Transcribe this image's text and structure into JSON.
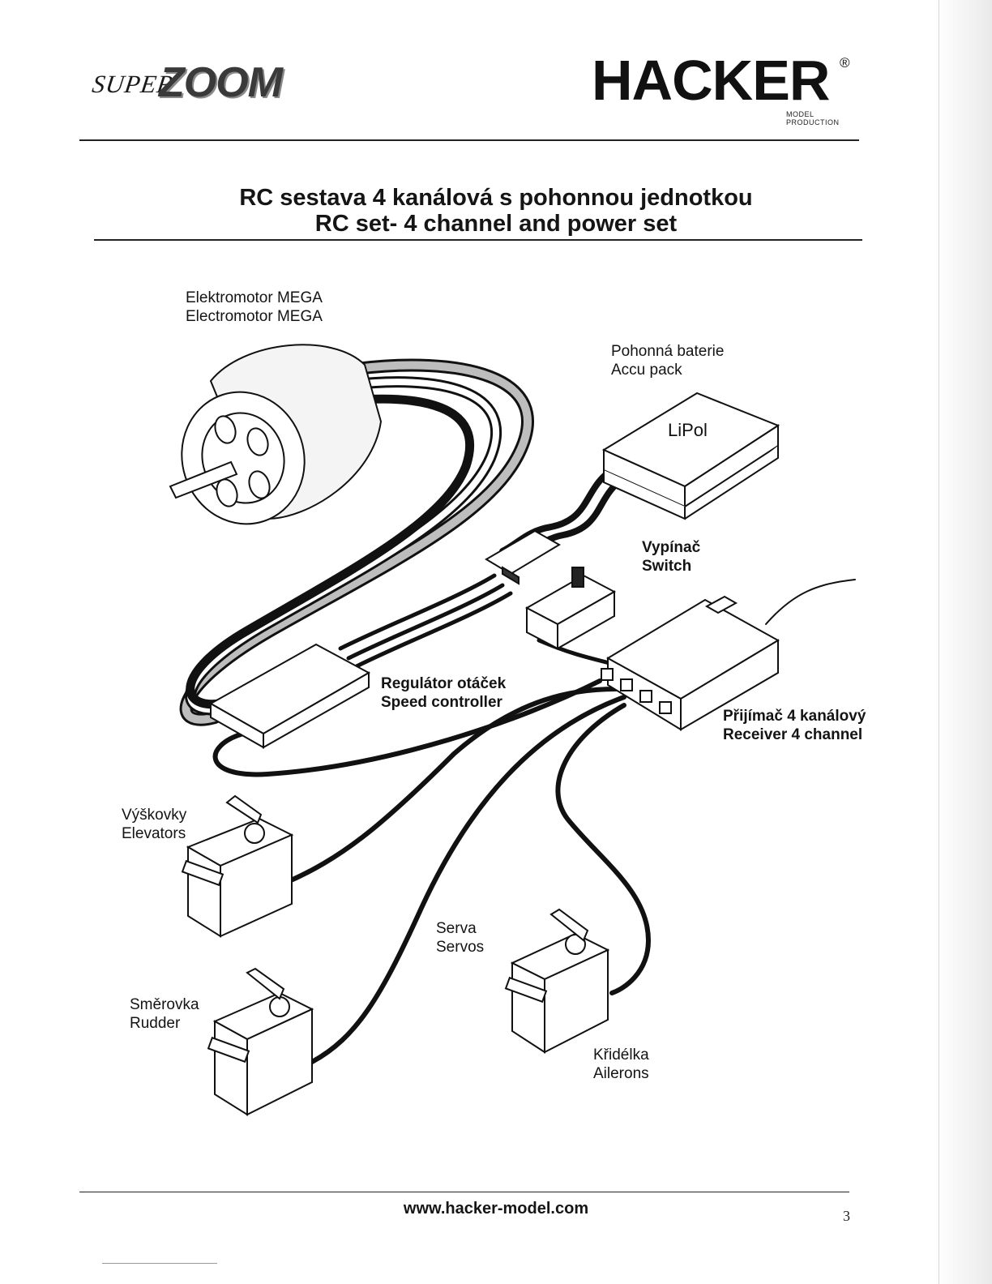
{
  "header": {
    "logo_left_super": "SUPER",
    "logo_left_zoom": "ZOOM",
    "logo_right": "HACKER",
    "logo_right_reg": "®",
    "logo_right_sub_line1": "MODEL",
    "logo_right_sub_line2": "PRODUCTION"
  },
  "title": {
    "line1": "RC sestava 4 kanálová  s pohonnou jednotkou",
    "line2": "RC set- 4 channel  and power set"
  },
  "labels": {
    "motor_cz": "Elektromotor MEGA",
    "motor_en": "Electromotor MEGA",
    "battery_cz": "Pohonná baterie",
    "battery_en": "Accu pack",
    "battery_type": "LiPol",
    "switch_cz": "Vypínač",
    "switch_en": "Switch",
    "esc_cz": "Regulátor otáček",
    "esc_en": "Speed controller",
    "receiver_cz": "Přijímač 4 kanálový",
    "receiver_en": "Receiver 4 channel",
    "elevator_cz": "Výškovky",
    "elevator_en": "Elevators",
    "servos_cz": "Serva",
    "servos_en": "Servos",
    "rudder_cz": "Směrovka",
    "rudder_en": "Rudder",
    "ailerons_cz": "Křidélka",
    "ailerons_en": "Ailerons"
  },
  "footer": {
    "url": "www.hacker-model.com",
    "page_number": "3"
  }
}
